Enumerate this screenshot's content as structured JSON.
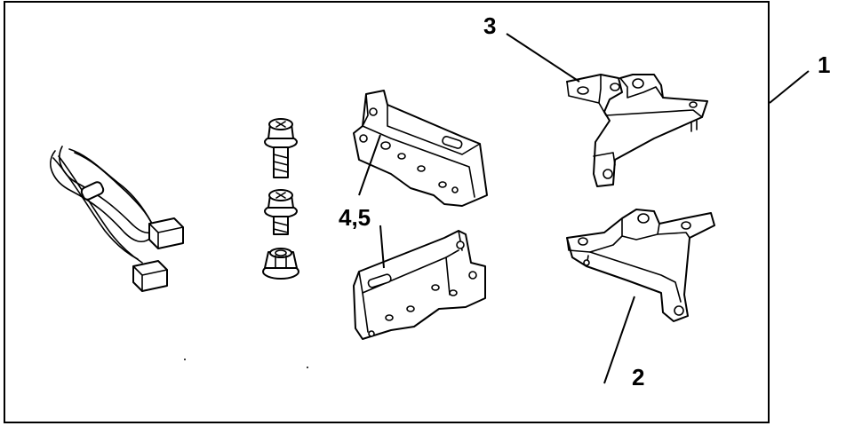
{
  "callouts": {
    "c1": "1",
    "c2": "2",
    "c3": "3",
    "c45": "4,5"
  }
}
